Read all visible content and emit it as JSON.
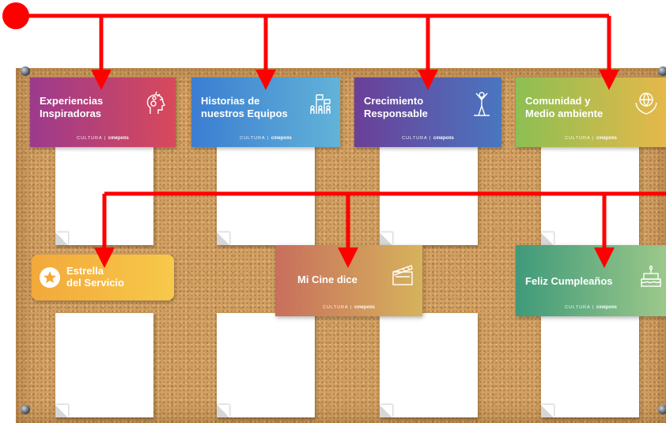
{
  "colors": {
    "arrow": "#ff0000",
    "board": "#d2a062"
  },
  "brand": {
    "prefix": "CULTURA",
    "name": "cinépolis"
  },
  "cards_top": [
    {
      "id": "experiencias",
      "label": "Experiencias\nInspiradoras",
      "icon": "head-ideas-icon",
      "colors": [
        "#9c3a8d",
        "#d8495b"
      ]
    },
    {
      "id": "historias",
      "label": "Historias de\nnuestros Equipos",
      "icon": "team-flags-icon",
      "colors": [
        "#3b7dd1",
        "#62b3d8"
      ]
    },
    {
      "id": "crecimiento",
      "label": "Crecimiento\nResponsable",
      "icon": "growth-person-icon",
      "colors": [
        "#6b3f98",
        "#4a76c0"
      ]
    },
    {
      "id": "comunidad",
      "label": "Comunidad y\nMedio ambiente",
      "icon": "globe-hands-icon",
      "colors": [
        "#8dbf52",
        "#e6b84a"
      ]
    }
  ],
  "cards_bottom": [
    {
      "id": "estrella",
      "label": "Estrella\ndel Servicio",
      "icon": "star-icon",
      "colors": [
        "#f2a93a",
        "#f7c94a"
      ]
    },
    {
      "id": "mi-cine",
      "label": "Mi Cine dice",
      "icon": "clapperboard-icon",
      "colors": [
        "#c86f5c",
        "#d6b35c"
      ]
    },
    {
      "id": "cumpleanos",
      "label": "Feliz Cumpleaños",
      "icon": "cake-icon",
      "colors": [
        "#3f9a7a",
        "#9cc88a"
      ]
    }
  ]
}
